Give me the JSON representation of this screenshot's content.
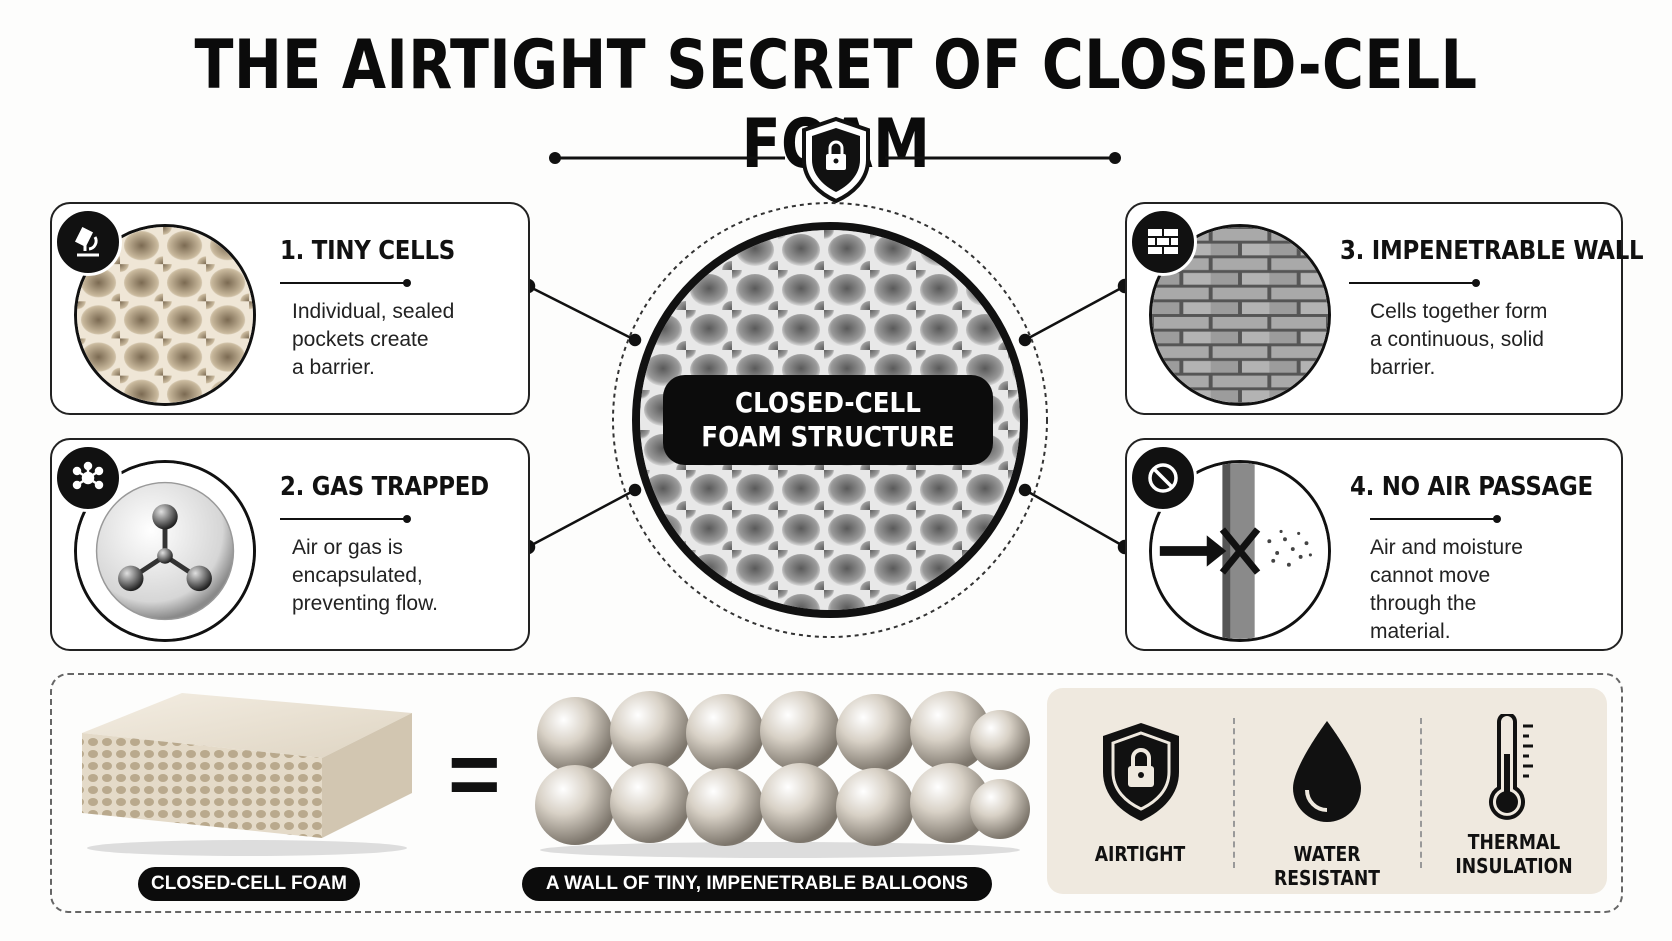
{
  "title": "THE AIRTIGHT SECRET OF CLOSED-CELL FOAM",
  "center": {
    "label_line1": "CLOSED-CELL",
    "label_line2": "FOAM STRUCTURE"
  },
  "cards": [
    {
      "title": "1. TINY CELLS",
      "desc": "Individual, sealed\npockets create\na barrier.",
      "icon": "microscope-icon"
    },
    {
      "title": "2. GAS TRAPPED",
      "desc": "Air or gas is\nencapsulated,\npreventing flow.",
      "icon": "molecule-icon"
    },
    {
      "title": "3. IMPENETRABLE WALL",
      "desc": "Cells together form\na continuous, solid\nbarrier.",
      "icon": "brick-wall-icon"
    },
    {
      "title": "4. NO AIR PASSAGE",
      "desc": "Air and moisture\ncannot move\nthrough the\nmaterial.",
      "icon": "no-entry-icon"
    }
  ],
  "bottom": {
    "foam_label": "CLOSED-CELL FOAM",
    "equals": "=",
    "balloons_label": "A WALL OF TINY, IMPENETRABLE BALLOONS",
    "properties": [
      {
        "label": "AIRTIGHT",
        "icon": "shield-lock-icon"
      },
      {
        "label": "WATER RESISTANT",
        "icon": "water-drop-icon"
      },
      {
        "label": "THERMAL\nINSULATION",
        "icon": "thermometer-icon"
      }
    ]
  },
  "colors": {
    "ink": "#111111",
    "foam": "#e8dfcf",
    "panel": "#efe9df",
    "balloon": "#d9d3c9"
  }
}
